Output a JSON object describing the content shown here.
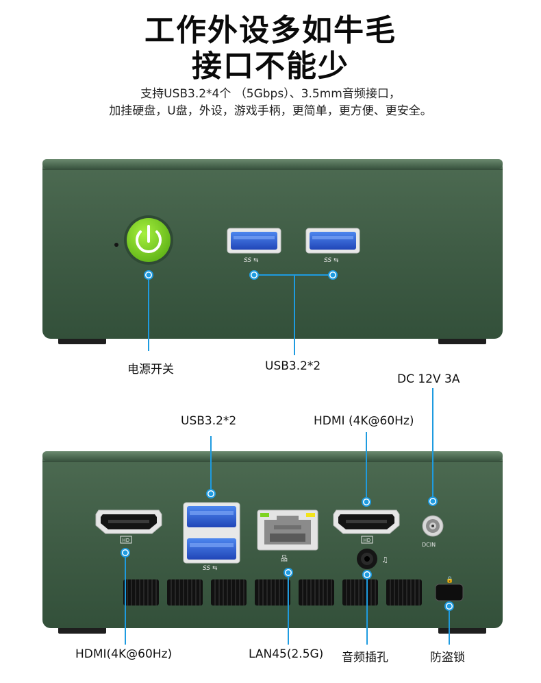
{
  "header": {
    "title_line1": "工作外设多如牛毛",
    "title_line2": "接口不能少",
    "subtitle_line1": "支持USB3.2*4个 （5Gbps）、3.5mm音频接口，",
    "subtitle_line2": "加挂硬盘，U盘，外设，游戏手柄，更简单，更方便、更安全。"
  },
  "front_panel": {
    "power_label": "电源开关",
    "usb_label": "USB3.2*2",
    "usb_port_mark": "SS"
  },
  "rear_panel": {
    "dc_label": "DC 12V 3A",
    "usb_label": "USB3.2*2",
    "hdmi_top_label": "HDMI (4K@60Hz)",
    "hdmi_bottom_label": "HDMI(4K@60Hz)",
    "lan_label": "LAN45(2.5G)",
    "audio_label": "音频插孔",
    "lock_label": "防盗锁",
    "hd_mark": "HD",
    "dcin_mark": "DCIN",
    "ss_mark": "SS"
  },
  "colors": {
    "chassis": "#3f5c45",
    "chassis_dark": "#2d4433",
    "power_green": "#7ed321",
    "callout_blue": "#1e9be0",
    "usb_blue": "#2f62d6"
  }
}
